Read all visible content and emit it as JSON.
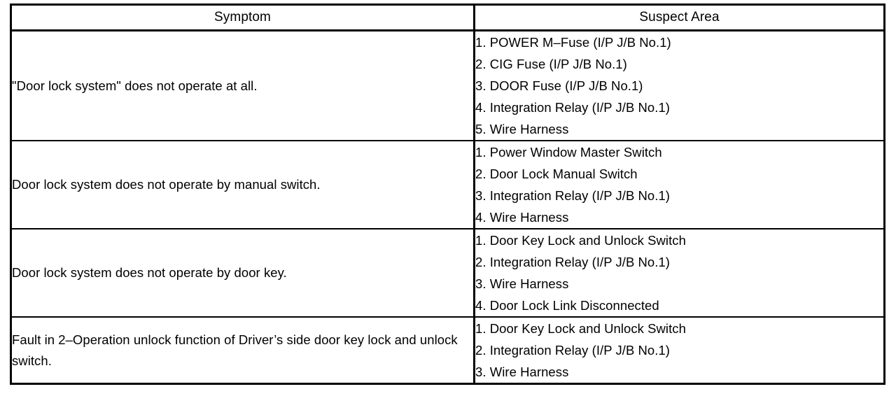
{
  "document": {
    "type": "troubleshooting-table",
    "colors": {
      "background": "#ffffff",
      "ink": "#000000"
    }
  },
  "table": {
    "headers": {
      "symptom": "Symptom",
      "suspect_area": "Suspect Area"
    },
    "rows": [
      {
        "symptom": "\"Door lock system\" does not operate at all.",
        "suspect_items": [
          "1. POWER M–Fuse (I/P J/B No.1)",
          "2. CIG Fuse (I/P J/B No.1)",
          "3. DOOR Fuse (I/P J/B No.1)",
          "4. Integration Relay (I/P J/B No.1)",
          "5. Wire Harness"
        ]
      },
      {
        "symptom": "Door lock system does not operate by manual switch.",
        "suspect_items": [
          "1. Power Window Master Switch",
          "2. Door Lock Manual Switch",
          "3. Integration Relay (I/P J/B No.1)",
          "4. Wire Harness"
        ]
      },
      {
        "symptom": "Door lock system does not operate by door key.",
        "suspect_items": [
          "1. Door Key Lock and Unlock Switch",
          "2. Integration Relay (I/P J/B No.1)",
          "3. Wire Harness",
          "4. Door Lock Link Disconnected"
        ]
      },
      {
        "symptom": "Fault in 2–Operation unlock function of Driver’s side door key lock and unlock switch.",
        "suspect_items": [
          "1. Door Key Lock and Unlock Switch",
          "2. Integration Relay (I/P J/B No.1)",
          "3. Wire Harness"
        ]
      }
    ]
  }
}
